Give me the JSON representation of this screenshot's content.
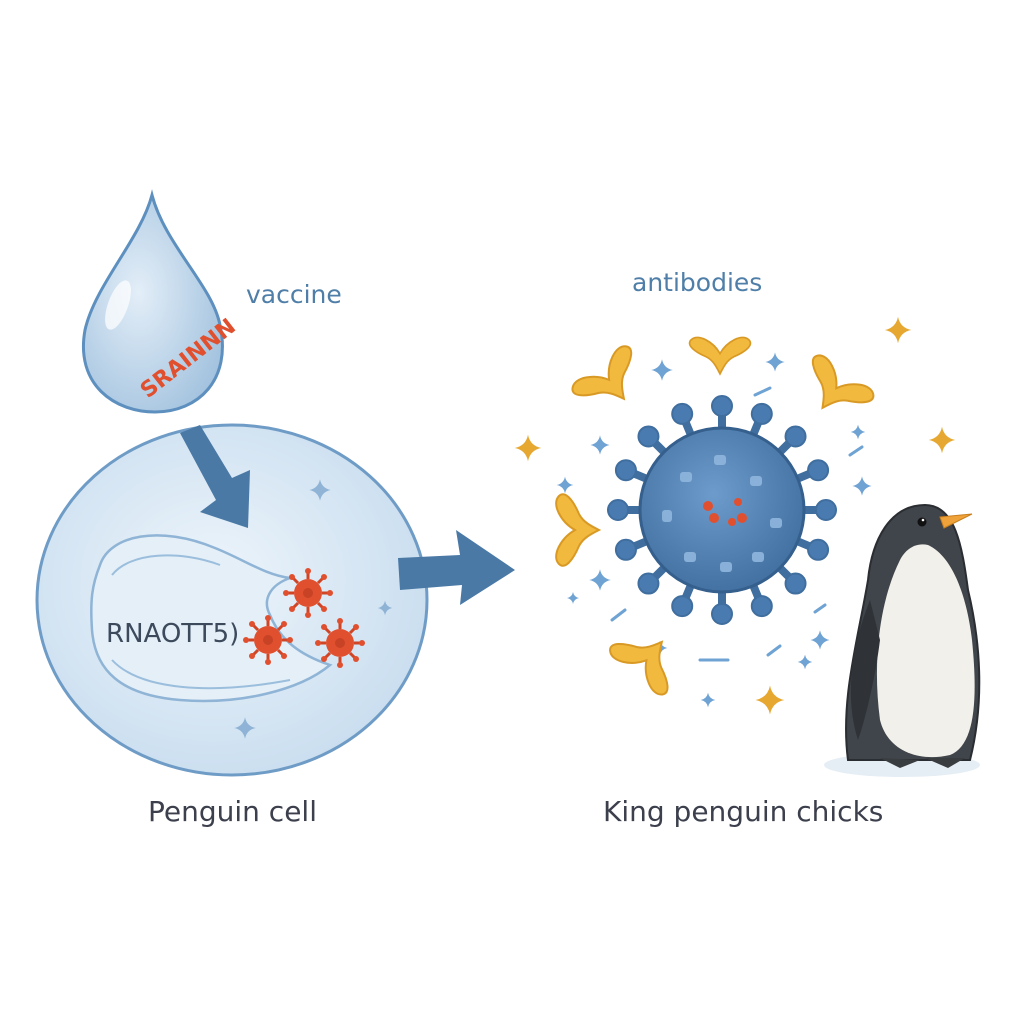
{
  "labels": {
    "vaccine": "vaccine",
    "antibodies": "antibodies",
    "penguin_cell": "Penguin cell",
    "king_penguin_chicks": "King penguin chicks"
  },
  "droplet_text": "SRAINNN",
  "rna_text": "RNAOTT5)",
  "colors": {
    "droplet": "#bcd5ea",
    "cell": "#d6e6f3",
    "arrow": "#4a79a6",
    "virus_body": "#4a7bb0",
    "red_particle": "#e0502f",
    "antibody": "#f0b53a",
    "sparkle": "#e6a830",
    "penguin_back": "#3f4449",
    "penguin_belly": "#f2f0ea",
    "beak": "#f0a23a"
  }
}
